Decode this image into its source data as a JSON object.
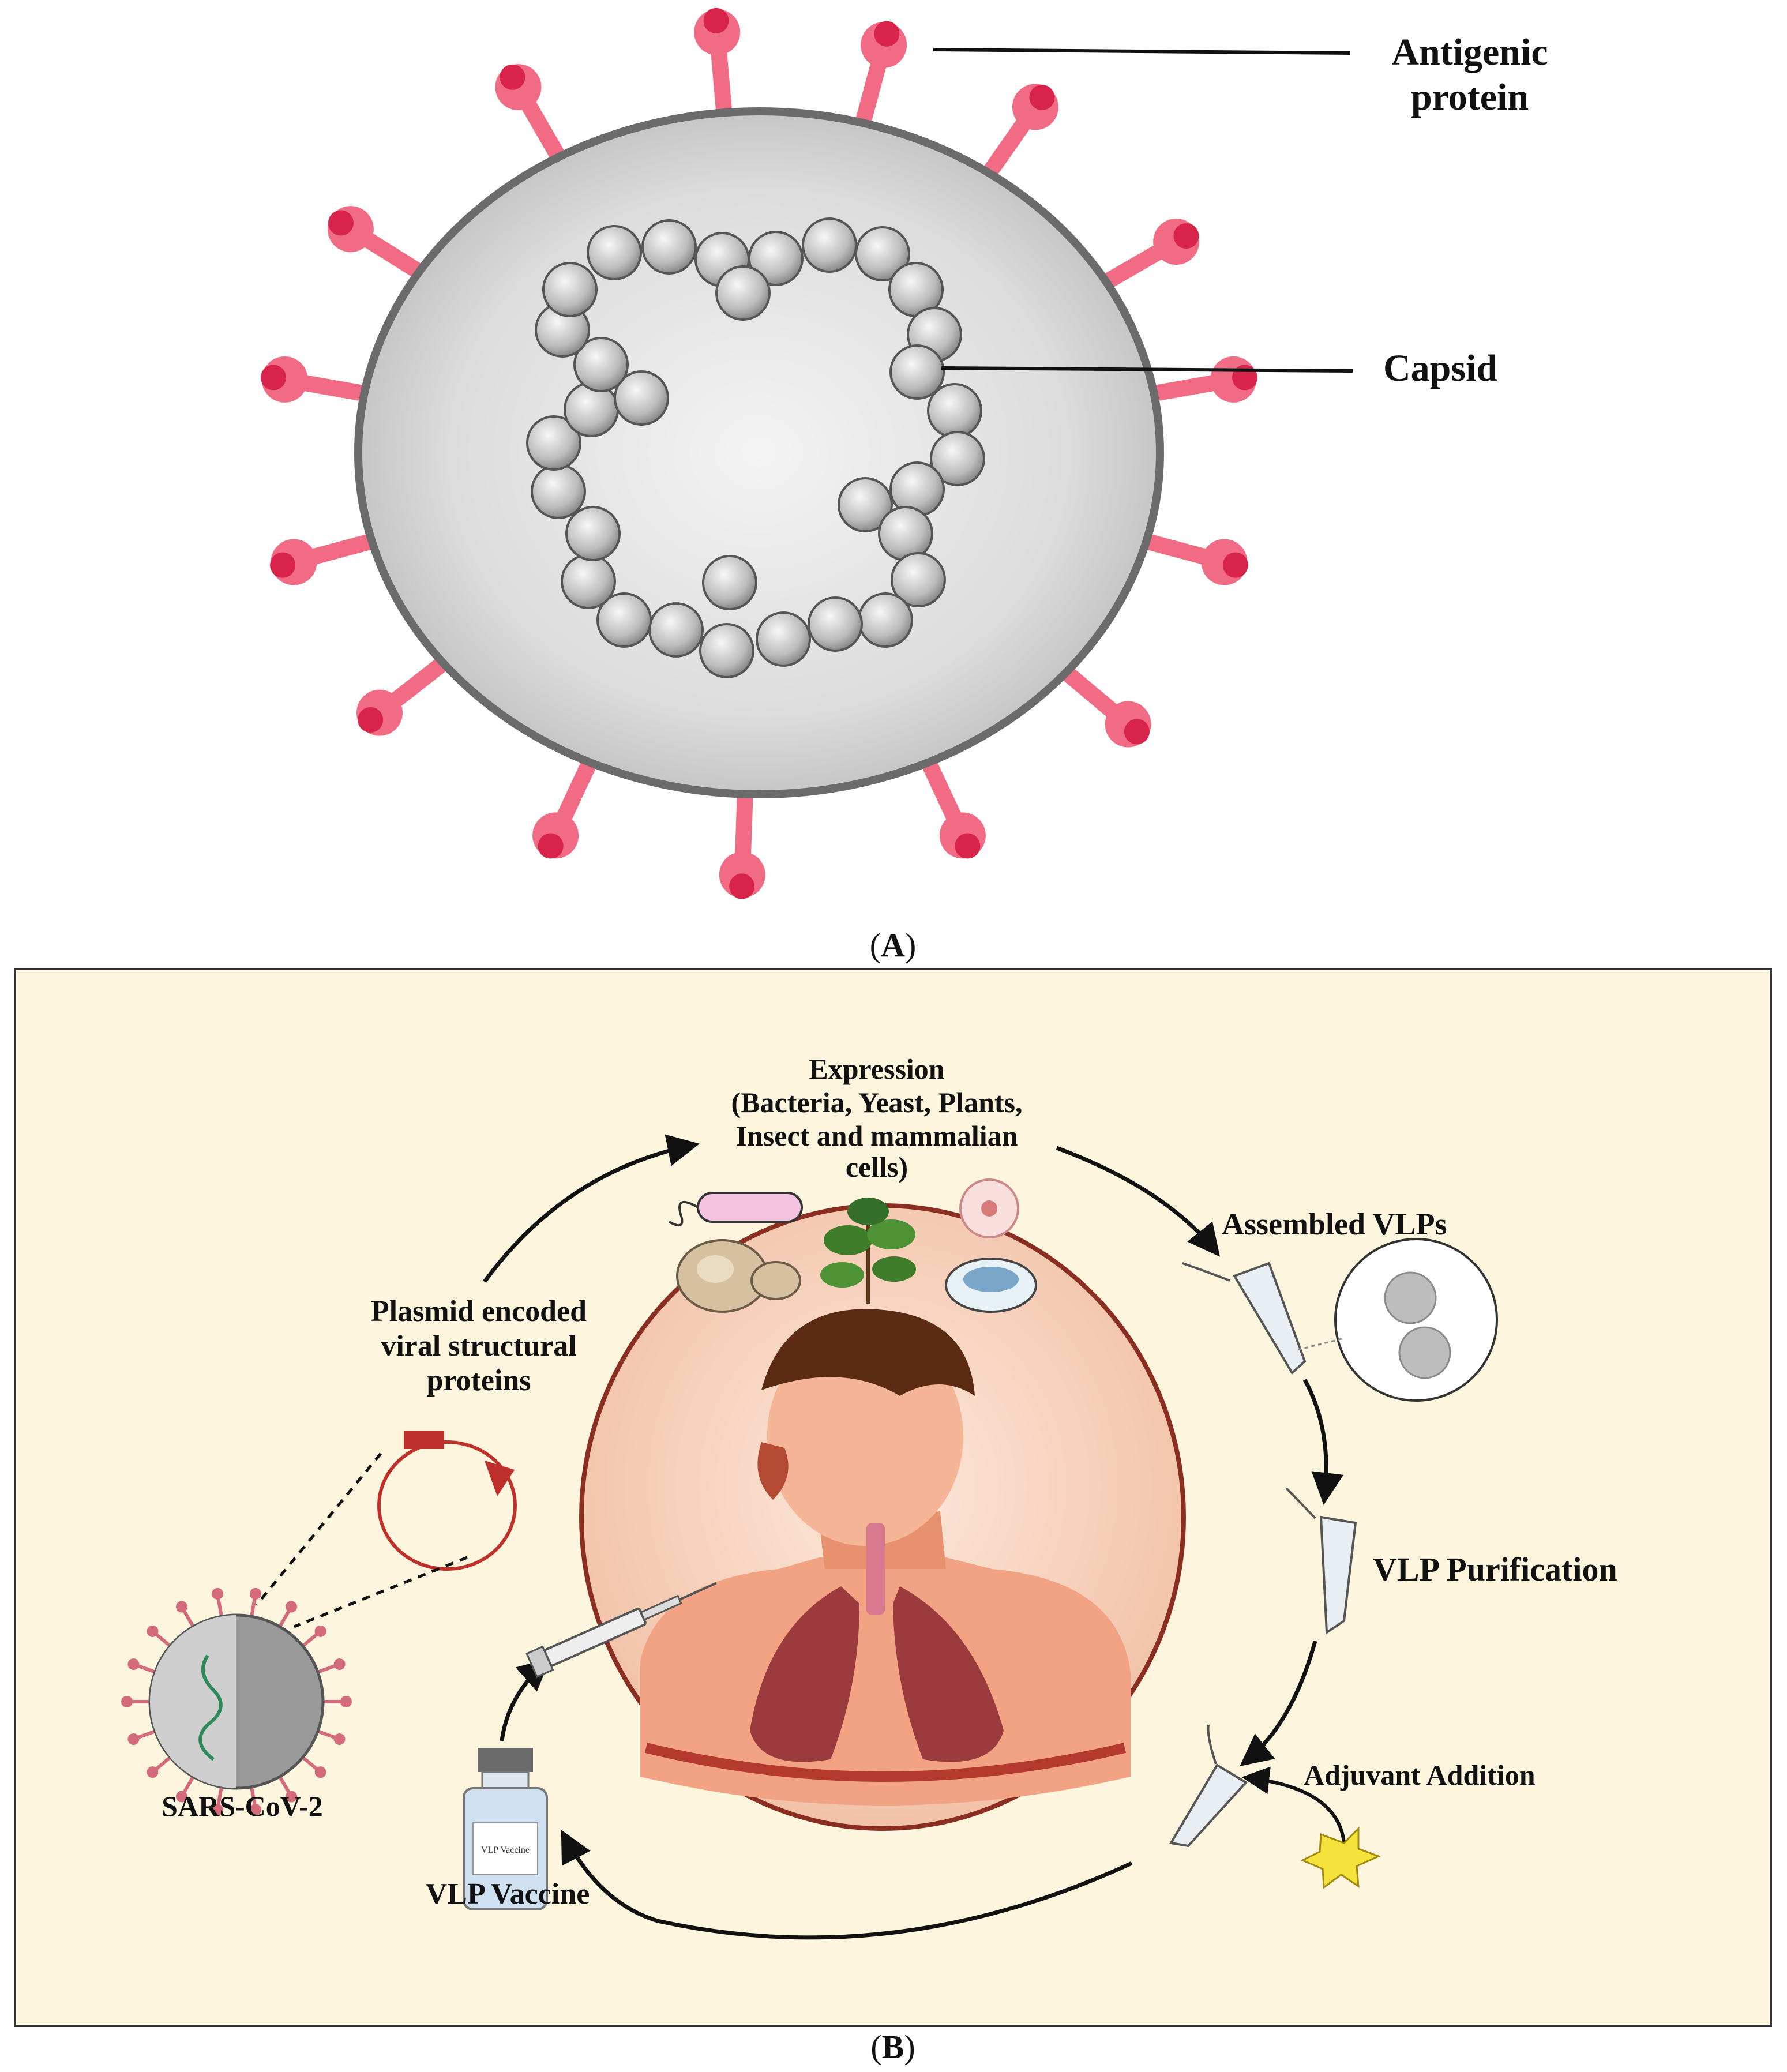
{
  "panel_a": {
    "label_open": "(",
    "label_letter": "A",
    "label_close": ")",
    "annotations": {
      "antigenic_line1": "Antigenic",
      "antigenic_line2": "protein",
      "capsid": "Capsid"
    },
    "colors": {
      "spike": "#f06b83",
      "spike_tip": "#d8244a",
      "shell": "#d9d9d9",
      "shell_stroke": "#6b6b6b",
      "bead": "#cfcfcf"
    }
  },
  "panel_b": {
    "label_open": "(",
    "label_letter": "B",
    "label_close": ")",
    "background": "#fdf5dd",
    "labels": {
      "expression_1": "Expression",
      "expression_2": "(Bacteria, Yeast, Plants,",
      "expression_3": "Insect and mammalian",
      "expression_4": "cells)",
      "assembled": "Assembled VLPs",
      "purification": "VLP Purification",
      "adjuvant": "Adjuvant Addition",
      "vaccine": "VLP Vaccine",
      "vial_text": "VLP Vaccine",
      "sars": "SARS-CoV-2",
      "plasmid_1": "Plasmid encoded",
      "plasmid_2": "viral structural",
      "plasmid_3": "proteins"
    }
  }
}
